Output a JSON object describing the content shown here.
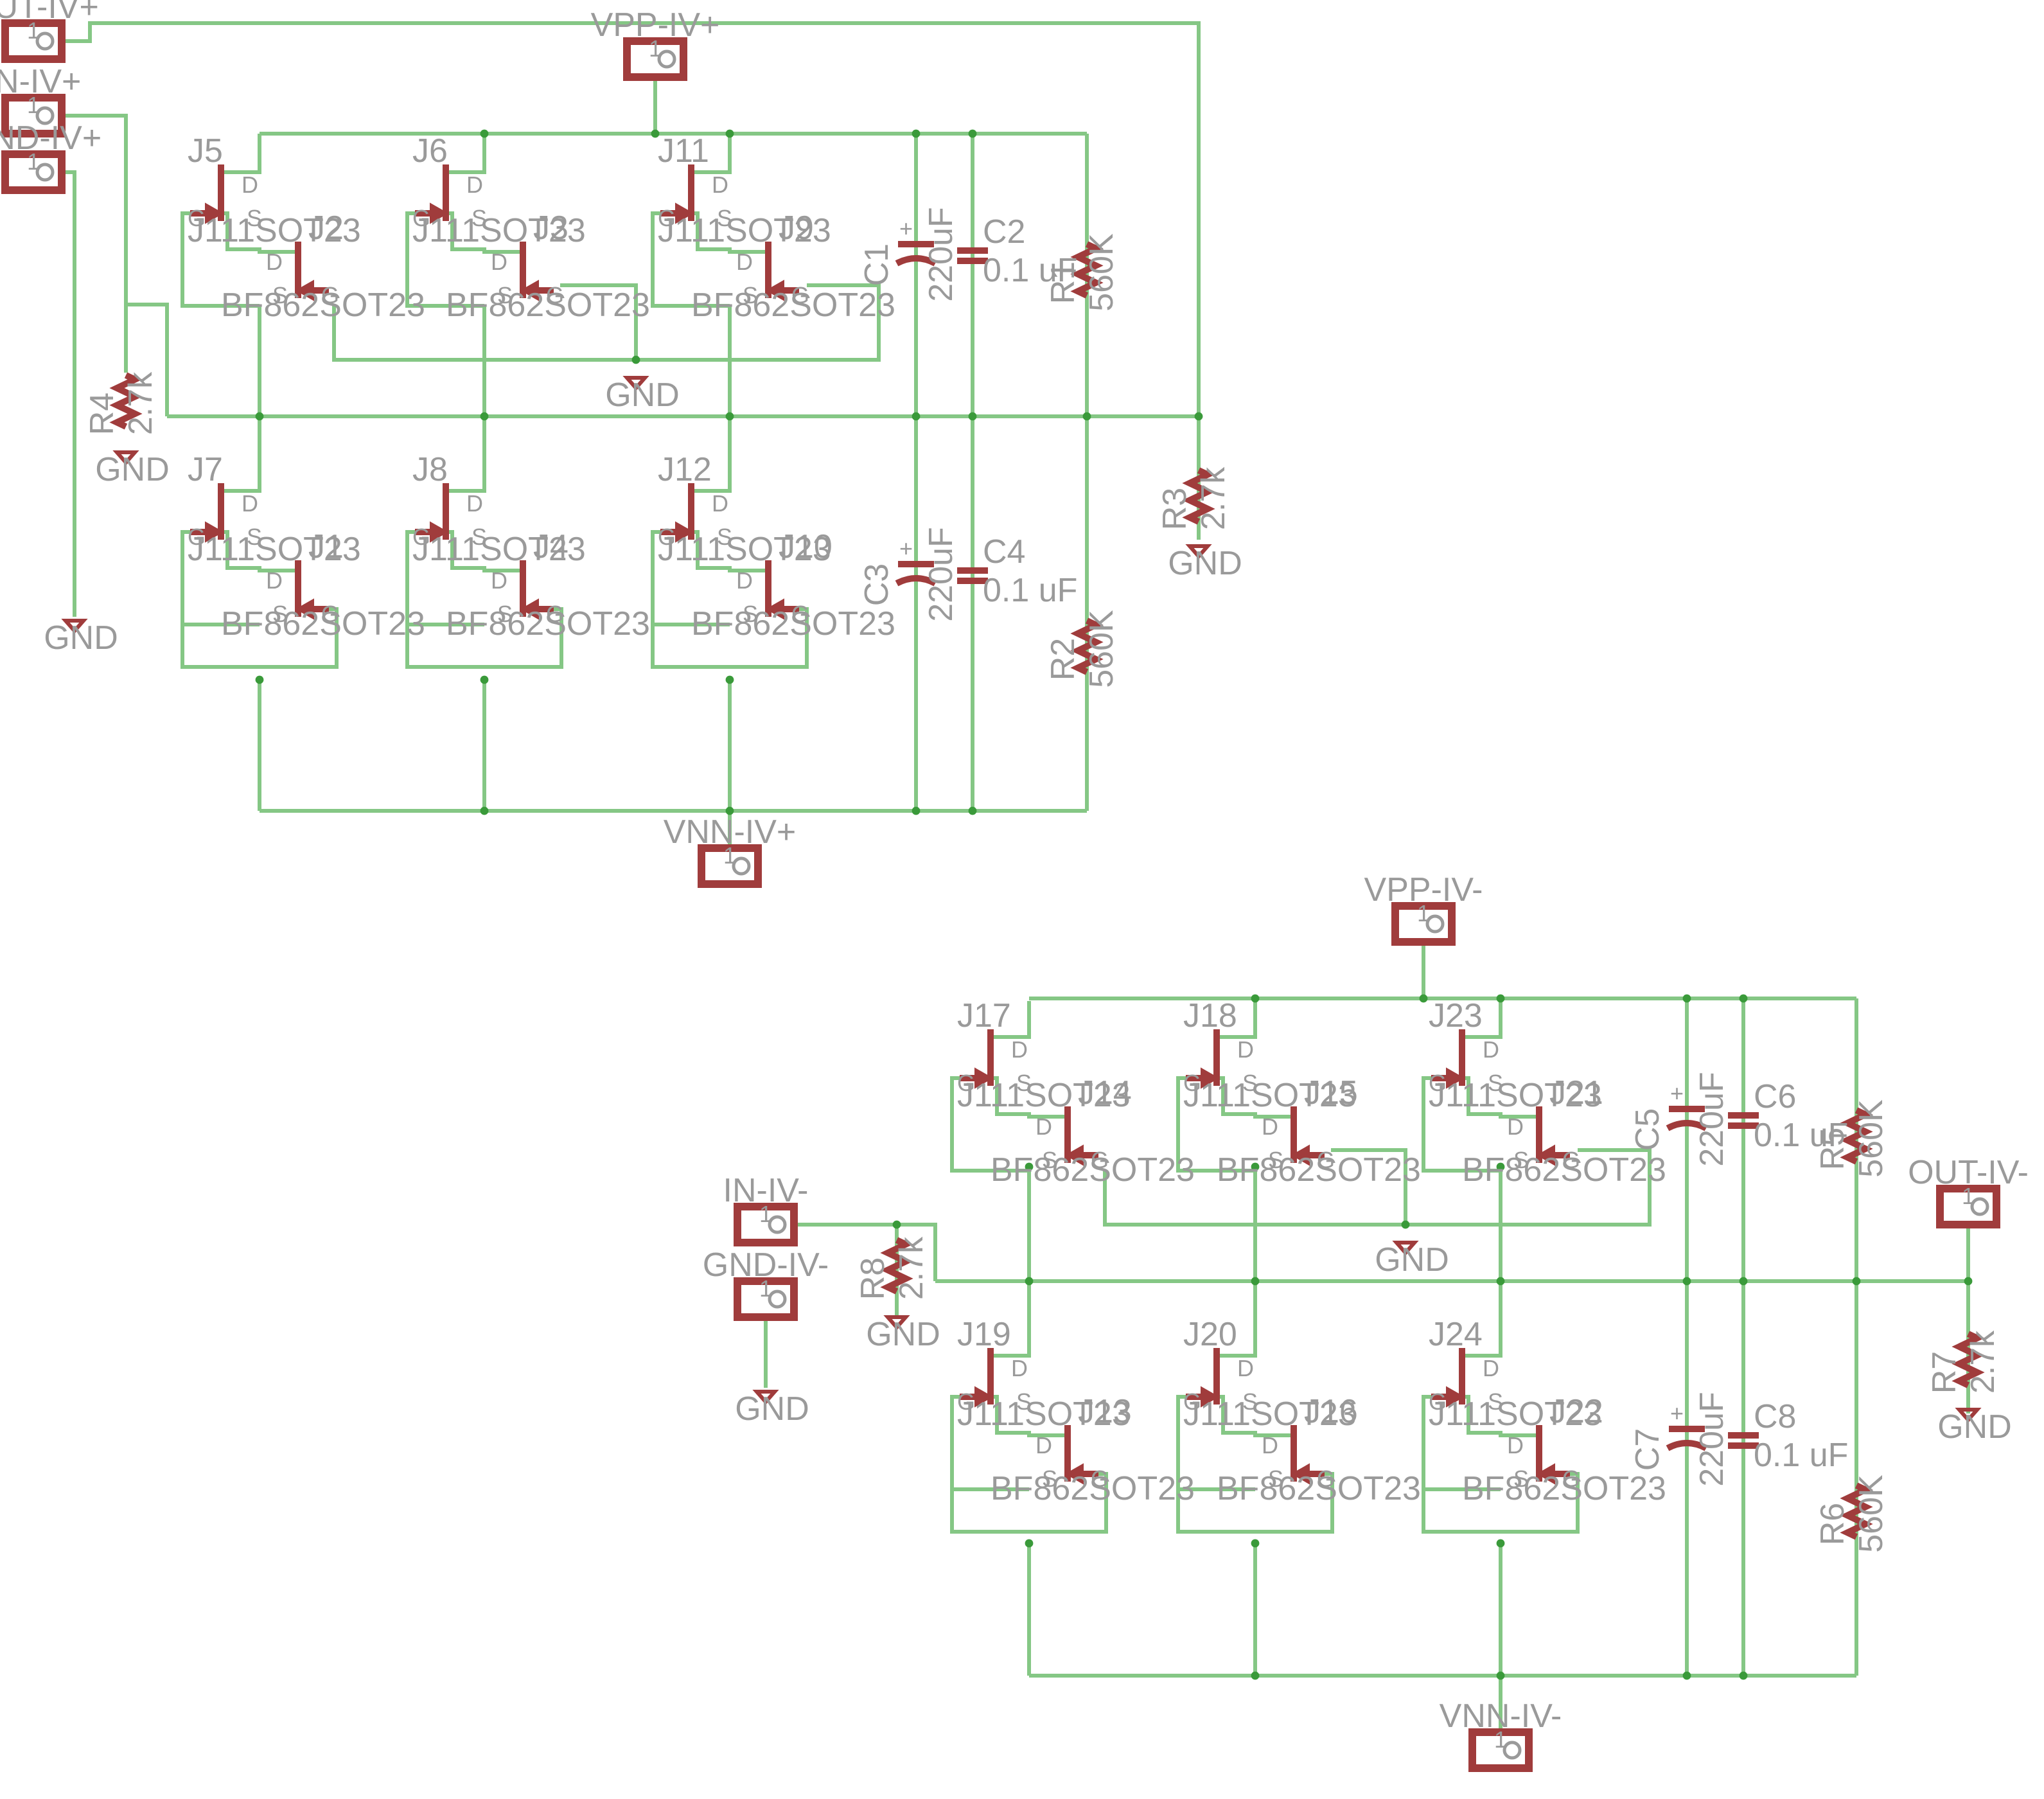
{
  "colors": {
    "wire": "#85c785",
    "symbol": "#a03c3c",
    "text": "#9a9a9a",
    "junction": "#3a9a3a"
  },
  "connectors": {
    "out_p": "OUT-IV+",
    "vpp_p": "VPP-IV+",
    "in_p": "IN-IV+",
    "gnd_p": "GND-IV+",
    "vnn_p": "VNN-IV+",
    "vpp_n": "VPP-IV-",
    "in_n": "IN-IV-",
    "gnd_n": "GND-IV-",
    "out_n": "OUT-IV-",
    "vnn_n": "VNN-IV-",
    "pin": "1"
  },
  "parts": {
    "j111": "J111SOT23",
    "bf862": "BF862SOT23",
    "pin_d": "D",
    "pin_g": "G",
    "pin_s": "S",
    "gnd": "GND",
    "plus": "+",
    "cap_big": "220uF",
    "cap_small": "0.1 uF",
    "res_big": "560K",
    "res_small": "2.7k"
  },
  "designators": {
    "J1": "J1",
    "J2": "J2",
    "J3": "J3",
    "J4": "J4",
    "J5": "J5",
    "J6": "J6",
    "J7": "J7",
    "J8": "J8",
    "J9": "J9",
    "J10": "J10",
    "J11": "J11",
    "J12": "J12",
    "J13": "J13",
    "J14": "J14",
    "J15": "J15",
    "J16": "J16",
    "J17": "J17",
    "J18": "J18",
    "J19": "J19",
    "J20": "J20",
    "J21": "J21",
    "J22": "J22",
    "J23": "J23",
    "J24": "J24",
    "C1": "C1",
    "C2": "C2",
    "C3": "C3",
    "C4": "C4",
    "C5": "C5",
    "C6": "C6",
    "C7": "C7",
    "C8": "C8",
    "R1": "R1",
    "R2": "R2",
    "R3": "R3",
    "R4": "R4",
    "R5": "R5",
    "R6": "R6",
    "R7": "R7",
    "R8": "R8"
  },
  "layout_cells": [
    {
      "n": "J5",
      "j": "J2",
      "row": "top"
    },
    {
      "n": "J6",
      "j": "J3",
      "row": "top"
    },
    {
      "n": "J11",
      "j": "J9",
      "row": "top"
    },
    {
      "n": "J7",
      "j": "J1",
      "row": "bottom"
    },
    {
      "n": "J8",
      "j": "J4",
      "row": "bottom"
    },
    {
      "n": "J12",
      "j": "J10",
      "row": "bottom"
    },
    {
      "n": "J17",
      "j": "J14",
      "row": "top"
    },
    {
      "n": "J18",
      "j": "J15",
      "row": "top"
    },
    {
      "n": "J23",
      "j": "J21",
      "row": "top"
    },
    {
      "n": "J19",
      "j": "J13",
      "row": "bottom"
    },
    {
      "n": "J20",
      "j": "J16",
      "row": "bottom"
    },
    {
      "n": "J24",
      "j": "J22",
      "row": "bottom"
    }
  ]
}
